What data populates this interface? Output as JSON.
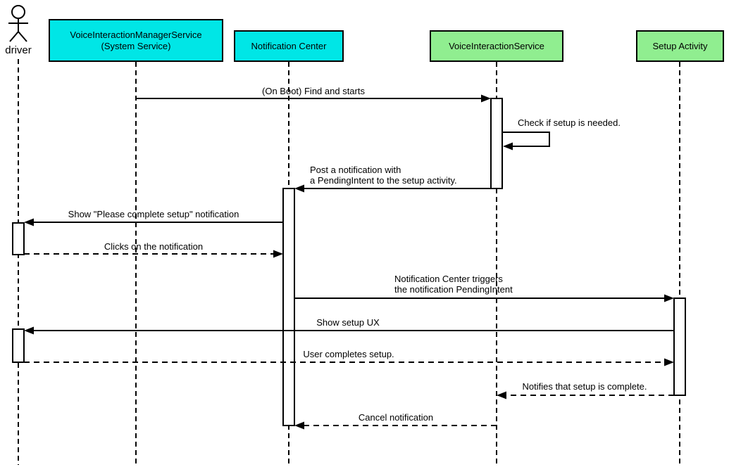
{
  "diagram_type": "uml-sequence",
  "participants": [
    {
      "id": "driver",
      "kind": "actor",
      "label": "driver"
    },
    {
      "id": "voice-interaction-manager-service",
      "kind": "box",
      "label": "VoiceInteractionManagerService\n(System Service)",
      "fill": "#00e6e6"
    },
    {
      "id": "notification-center",
      "kind": "box",
      "label": "Notification Center",
      "fill": "#00e6e6"
    },
    {
      "id": "voice-interaction-service",
      "kind": "box",
      "label": "VoiceInteractionService",
      "fill": "#90ee90"
    },
    {
      "id": "setup-activity",
      "kind": "box",
      "label": "Setup Activity",
      "fill": "#90ee90"
    }
  ],
  "messages": [
    {
      "text": "(On Boot) Find and starts",
      "from": "VoiceInteractionManagerService (System Service)",
      "to": "VoiceInteractionService",
      "line": "solid"
    },
    {
      "text": "Check if setup is needed.",
      "from": "VoiceInteractionService",
      "to": "VoiceInteractionService",
      "line": "solid",
      "self_message": true
    },
    {
      "text": "Post a notification with\na PendingIntent to the setup activity.",
      "from": "VoiceInteractionService",
      "to": "Notification Center",
      "line": "solid"
    },
    {
      "text": "Show \"Please complete setup\" notification",
      "from": "Notification Center",
      "to": "driver",
      "line": "solid"
    },
    {
      "text": "Clicks on the notification",
      "from": "driver",
      "to": "Notification Center",
      "line": "dashed"
    },
    {
      "text": "Notification Center triggers\nthe notification PendingIntent",
      "from": "Notification Center",
      "to": "Setup Activity",
      "line": "solid"
    },
    {
      "text": "Show setup UX",
      "from": "Setup Activity",
      "to": "driver",
      "line": "solid"
    },
    {
      "text": "User completes setup.",
      "from": "driver",
      "to": "Setup Activity",
      "line": "dashed"
    },
    {
      "text": "Notifies that setup is complete.",
      "from": "Setup Activity",
      "to": "VoiceInteractionService",
      "line": "dashed"
    },
    {
      "text": "Cancel notification",
      "from": "VoiceInteractionService",
      "to": "Notification Center",
      "line": "dashed"
    }
  ],
  "colors": {
    "participant_cyan": "#00e6e6",
    "participant_green": "#90ee90",
    "line": "#000000",
    "activation_fill": "#ffffff",
    "background": "#ffffff"
  }
}
